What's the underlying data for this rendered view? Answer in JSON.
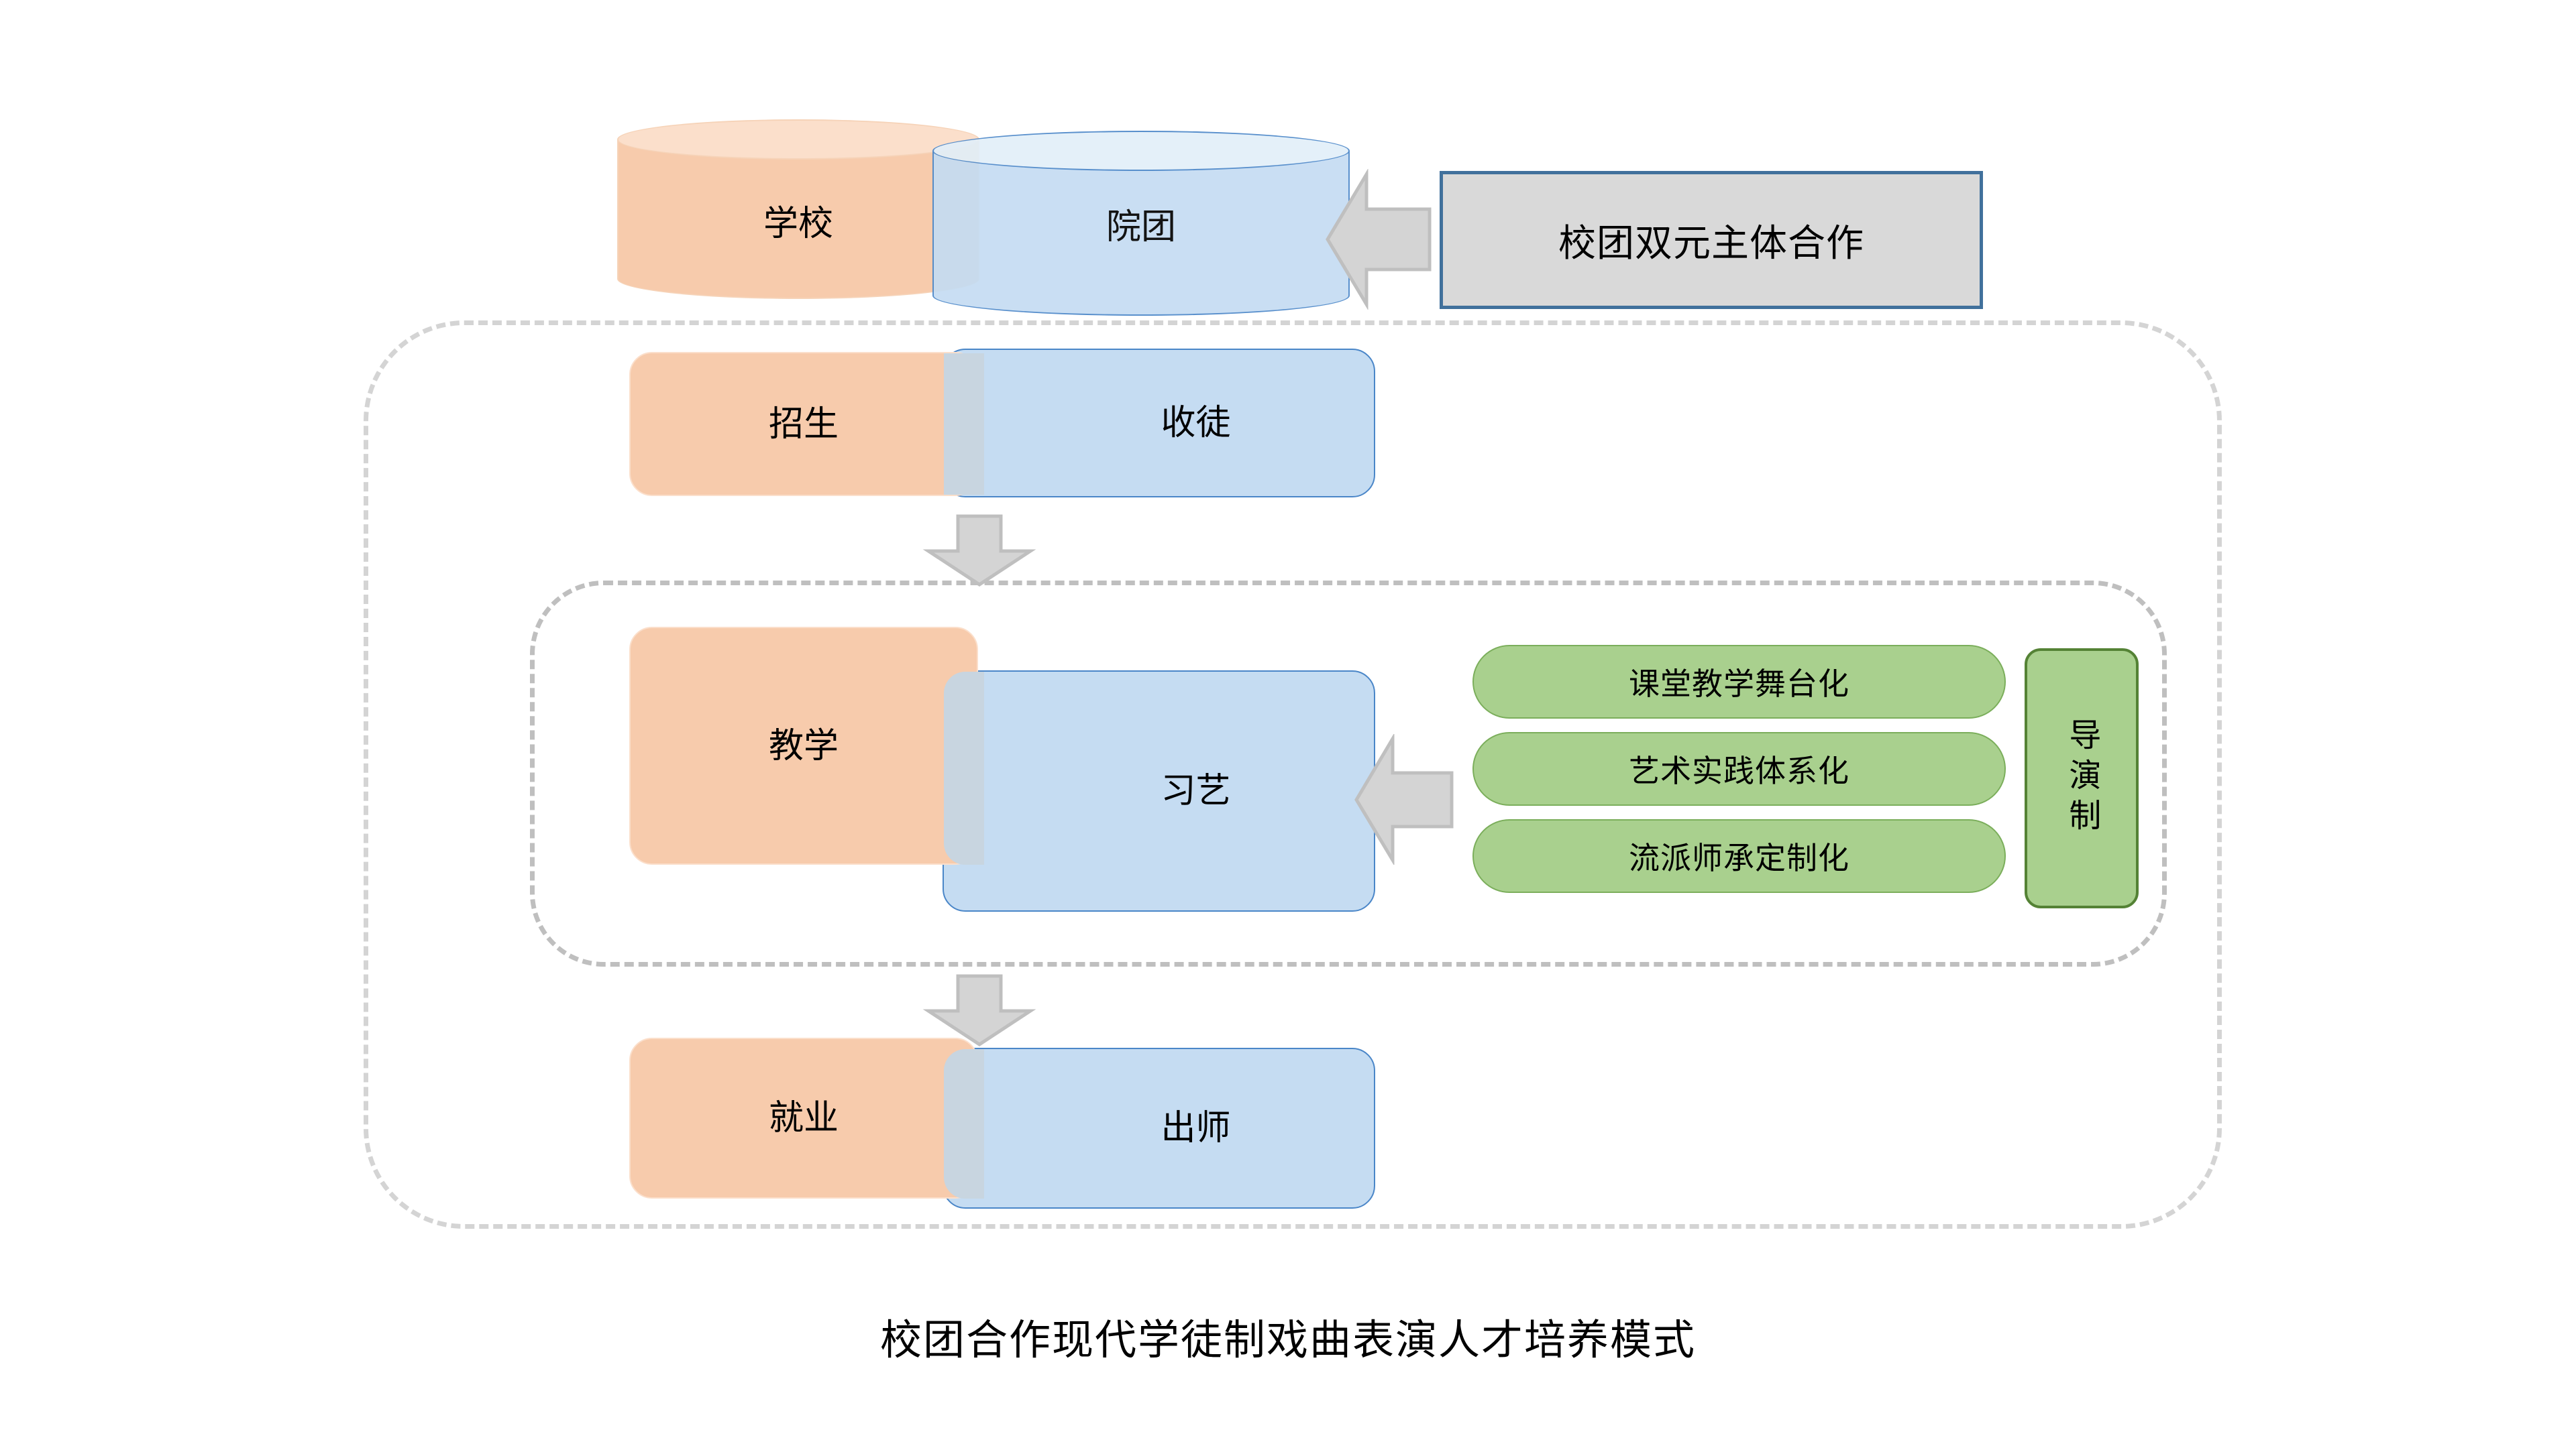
{
  "diagram": {
    "caption": "校团合作现代学徒制戏曲表演人才培养模式",
    "top_row": {
      "school_cylinder": "学校",
      "troupe_cylinder": "院团",
      "callout": "校团双元主体合作"
    },
    "stages": [
      {
        "school_side": "招生",
        "troupe_side": "收徒"
      },
      {
        "school_side": "教学",
        "troupe_side": "习艺"
      },
      {
        "school_side": "就业",
        "troupe_side": "出师"
      }
    ],
    "teaching_features": [
      "课堂教学舞台化",
      "艺术实践体系化",
      "流派师承定制化"
    ],
    "director_system": "导演制",
    "icons": {
      "arrow_down_1": "arrow-down-icon",
      "arrow_down_2": "arrow-down-icon",
      "arrow_left_top": "arrow-left-icon",
      "arrow_left_mid": "arrow-left-icon"
    },
    "colors": {
      "school_orange": "#F7CBAC",
      "troupe_blue": "#C5DCF2",
      "overlap_grey_blue": "#C8D5E0",
      "feature_green": "#A9D08E",
      "director_green_border": "#548235",
      "callout_fill": "#D9D9D9",
      "callout_border": "#41719C",
      "dashed_outer": "#D4D4D4",
      "dashed_inner": "#BFBFBF",
      "arrow_grey": "#D0D0D0"
    }
  }
}
